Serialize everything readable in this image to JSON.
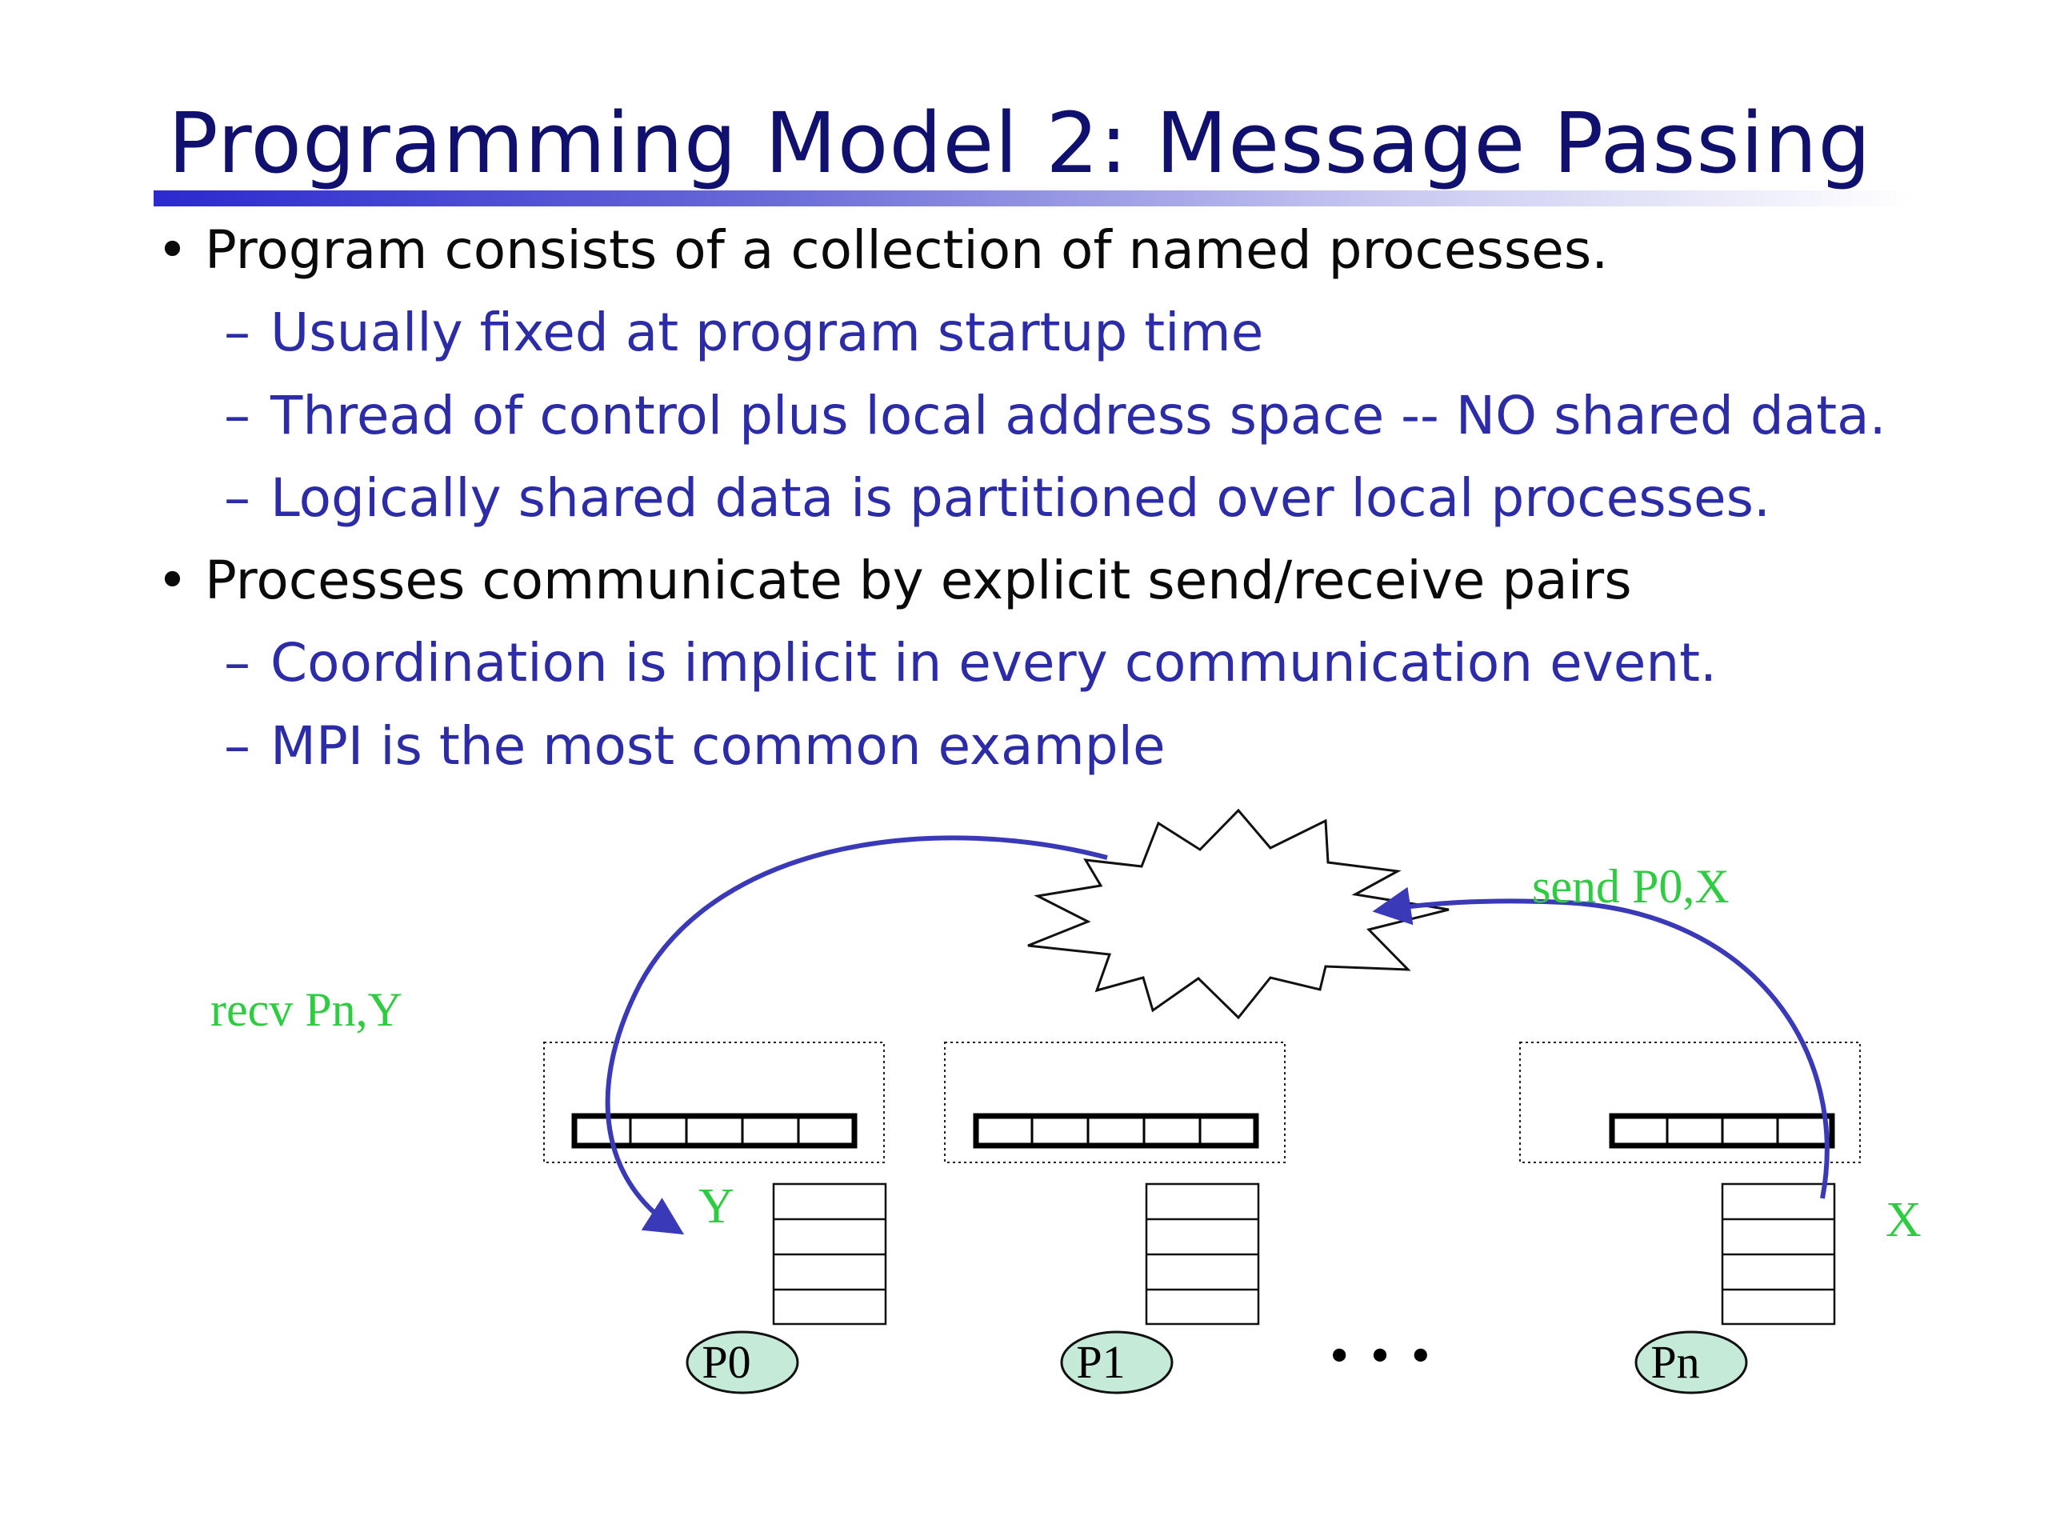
{
  "slide": {
    "title": "Programming Model 2:  Message Passing",
    "bullets": [
      {
        "level": 1,
        "marker": "•",
        "text": "Program consists of a collection of named processes."
      },
      {
        "level": 2,
        "marker": "–",
        "text": "Usually fixed at program startup time"
      },
      {
        "level": 2,
        "marker": "–",
        "text": "Thread of control plus local address space -- NO shared data."
      },
      {
        "level": 2,
        "marker": "–",
        "text": "Logically shared data is partitioned over local processes."
      },
      {
        "level": 1,
        "marker": "•",
        "text": "Processes communicate by explicit send/receive pairs"
      },
      {
        "level": 2,
        "marker": "–",
        "text": "Coordination is implicit in every communication event."
      },
      {
        "level": 2,
        "marker": "–",
        "text": "MPI is the most common example"
      }
    ]
  },
  "diagram": {
    "recv_label": "recv Pn,Y",
    "send_label": "send P0,X",
    "var_y": "Y",
    "var_x": "X",
    "processes": [
      "P0",
      "P1",
      "Pn"
    ],
    "ellipsis": "• • •",
    "colors": {
      "title": "#10106e",
      "subbullet": "#2c2ca8",
      "arrow": "#3a3ab8",
      "green_label": "#2ecc40",
      "process_fill": "#c6ead8"
    }
  }
}
